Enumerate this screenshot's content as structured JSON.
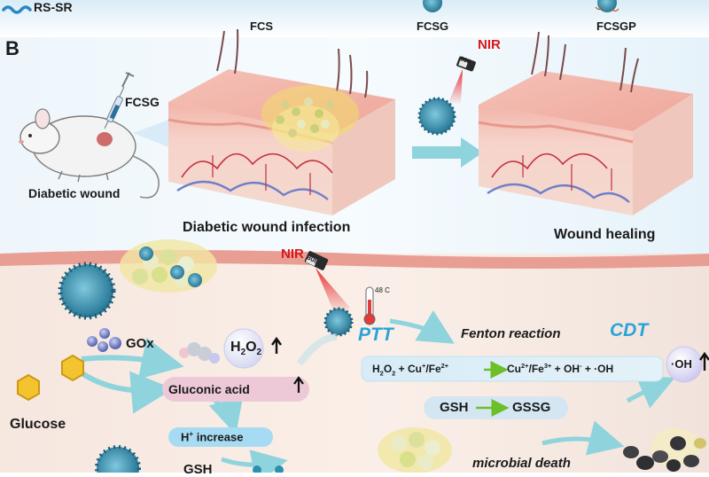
{
  "top_strip": {
    "legend_label": "RS-SR",
    "stage_labels": [
      "FCS",
      "FCSG",
      "FCSGP"
    ]
  },
  "panel_b": {
    "panel_letter": "B",
    "injection_label": "FCSG",
    "mouse_label": "Diabetic wound",
    "nir_label": "NIR",
    "nir_device_text": "808",
    "infection_label": "Diabetic wound infection",
    "healing_label": "Wound healing"
  },
  "mechanism": {
    "nir_label": "NIR",
    "nir_device_text": "808",
    "thermometer_text": "48 C",
    "ptt_label": "PTT",
    "fenton_label": "Fenton reaction",
    "cdt_label": "CDT",
    "reaction": {
      "h2o2": "H",
      "h2o2_sub": "2",
      "h2o2_o": "O",
      "h2o2_sub2": "2",
      "plus_cu": " + Cu",
      "cu_charge": "+",
      "slash_fe": "/Fe",
      "fe_charge": "2+",
      "product_cu": "Cu",
      "product_cu_charge": "2+",
      "product_fe": "/Fe",
      "product_fe_charge": "3+",
      "plus_oh": " + OH",
      "oh_charge": "-",
      "plus_radical": " + ·OH"
    },
    "oh_radical_label": "·OH",
    "gsh_reactant": "GSH",
    "gssg_product": "GSSG",
    "gox_label": "GOx",
    "h2o2_badge": "H",
    "h2o2_badge_sub": "2",
    "h2o2_badge_o": "O",
    "h2o2_badge_sub2": "2",
    "gluconic_label": "Gluconic acid",
    "glucose_label": "Glucose",
    "h_increase_prefix": "H",
    "h_increase_charge": "+",
    "h_increase_suffix": " increase",
    "gsh_bottom": "GSH",
    "microbial_label": "microbial death"
  },
  "colors": {
    "nir_red": "#d8181c",
    "cdt_blue": "#2aa3d8",
    "arrow_up": "#111111",
    "green_arrow": "#6cbf2a",
    "nanoparticle": "#2b8fb0",
    "skin": "#f0b9b0"
  }
}
